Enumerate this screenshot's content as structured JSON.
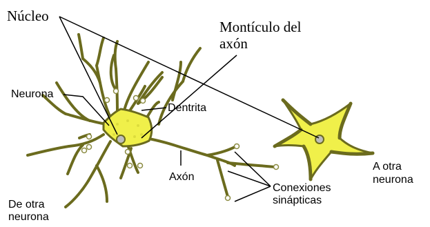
{
  "labels": {
    "nucleo": "Núcleo",
    "monticulo_line1": "Montículo del",
    "monticulo_line2": "axón",
    "neurona": "Neurona",
    "dentrita": "Dentrita",
    "axon": "Axón",
    "conexiones_line1": "Conexiones",
    "conexiones_line2": "sinápticas",
    "otra_neurona_line1": "A otra",
    "otra_neurona_line2": "neurona",
    "de_otra_line1": "De otra",
    "de_otra_line2": "neurona"
  },
  "colors": {
    "neuron_body": "#6b6b1e",
    "soma_fill": "#f0f04a",
    "nucleus": "#bdbdbd",
    "line": "#000000"
  }
}
